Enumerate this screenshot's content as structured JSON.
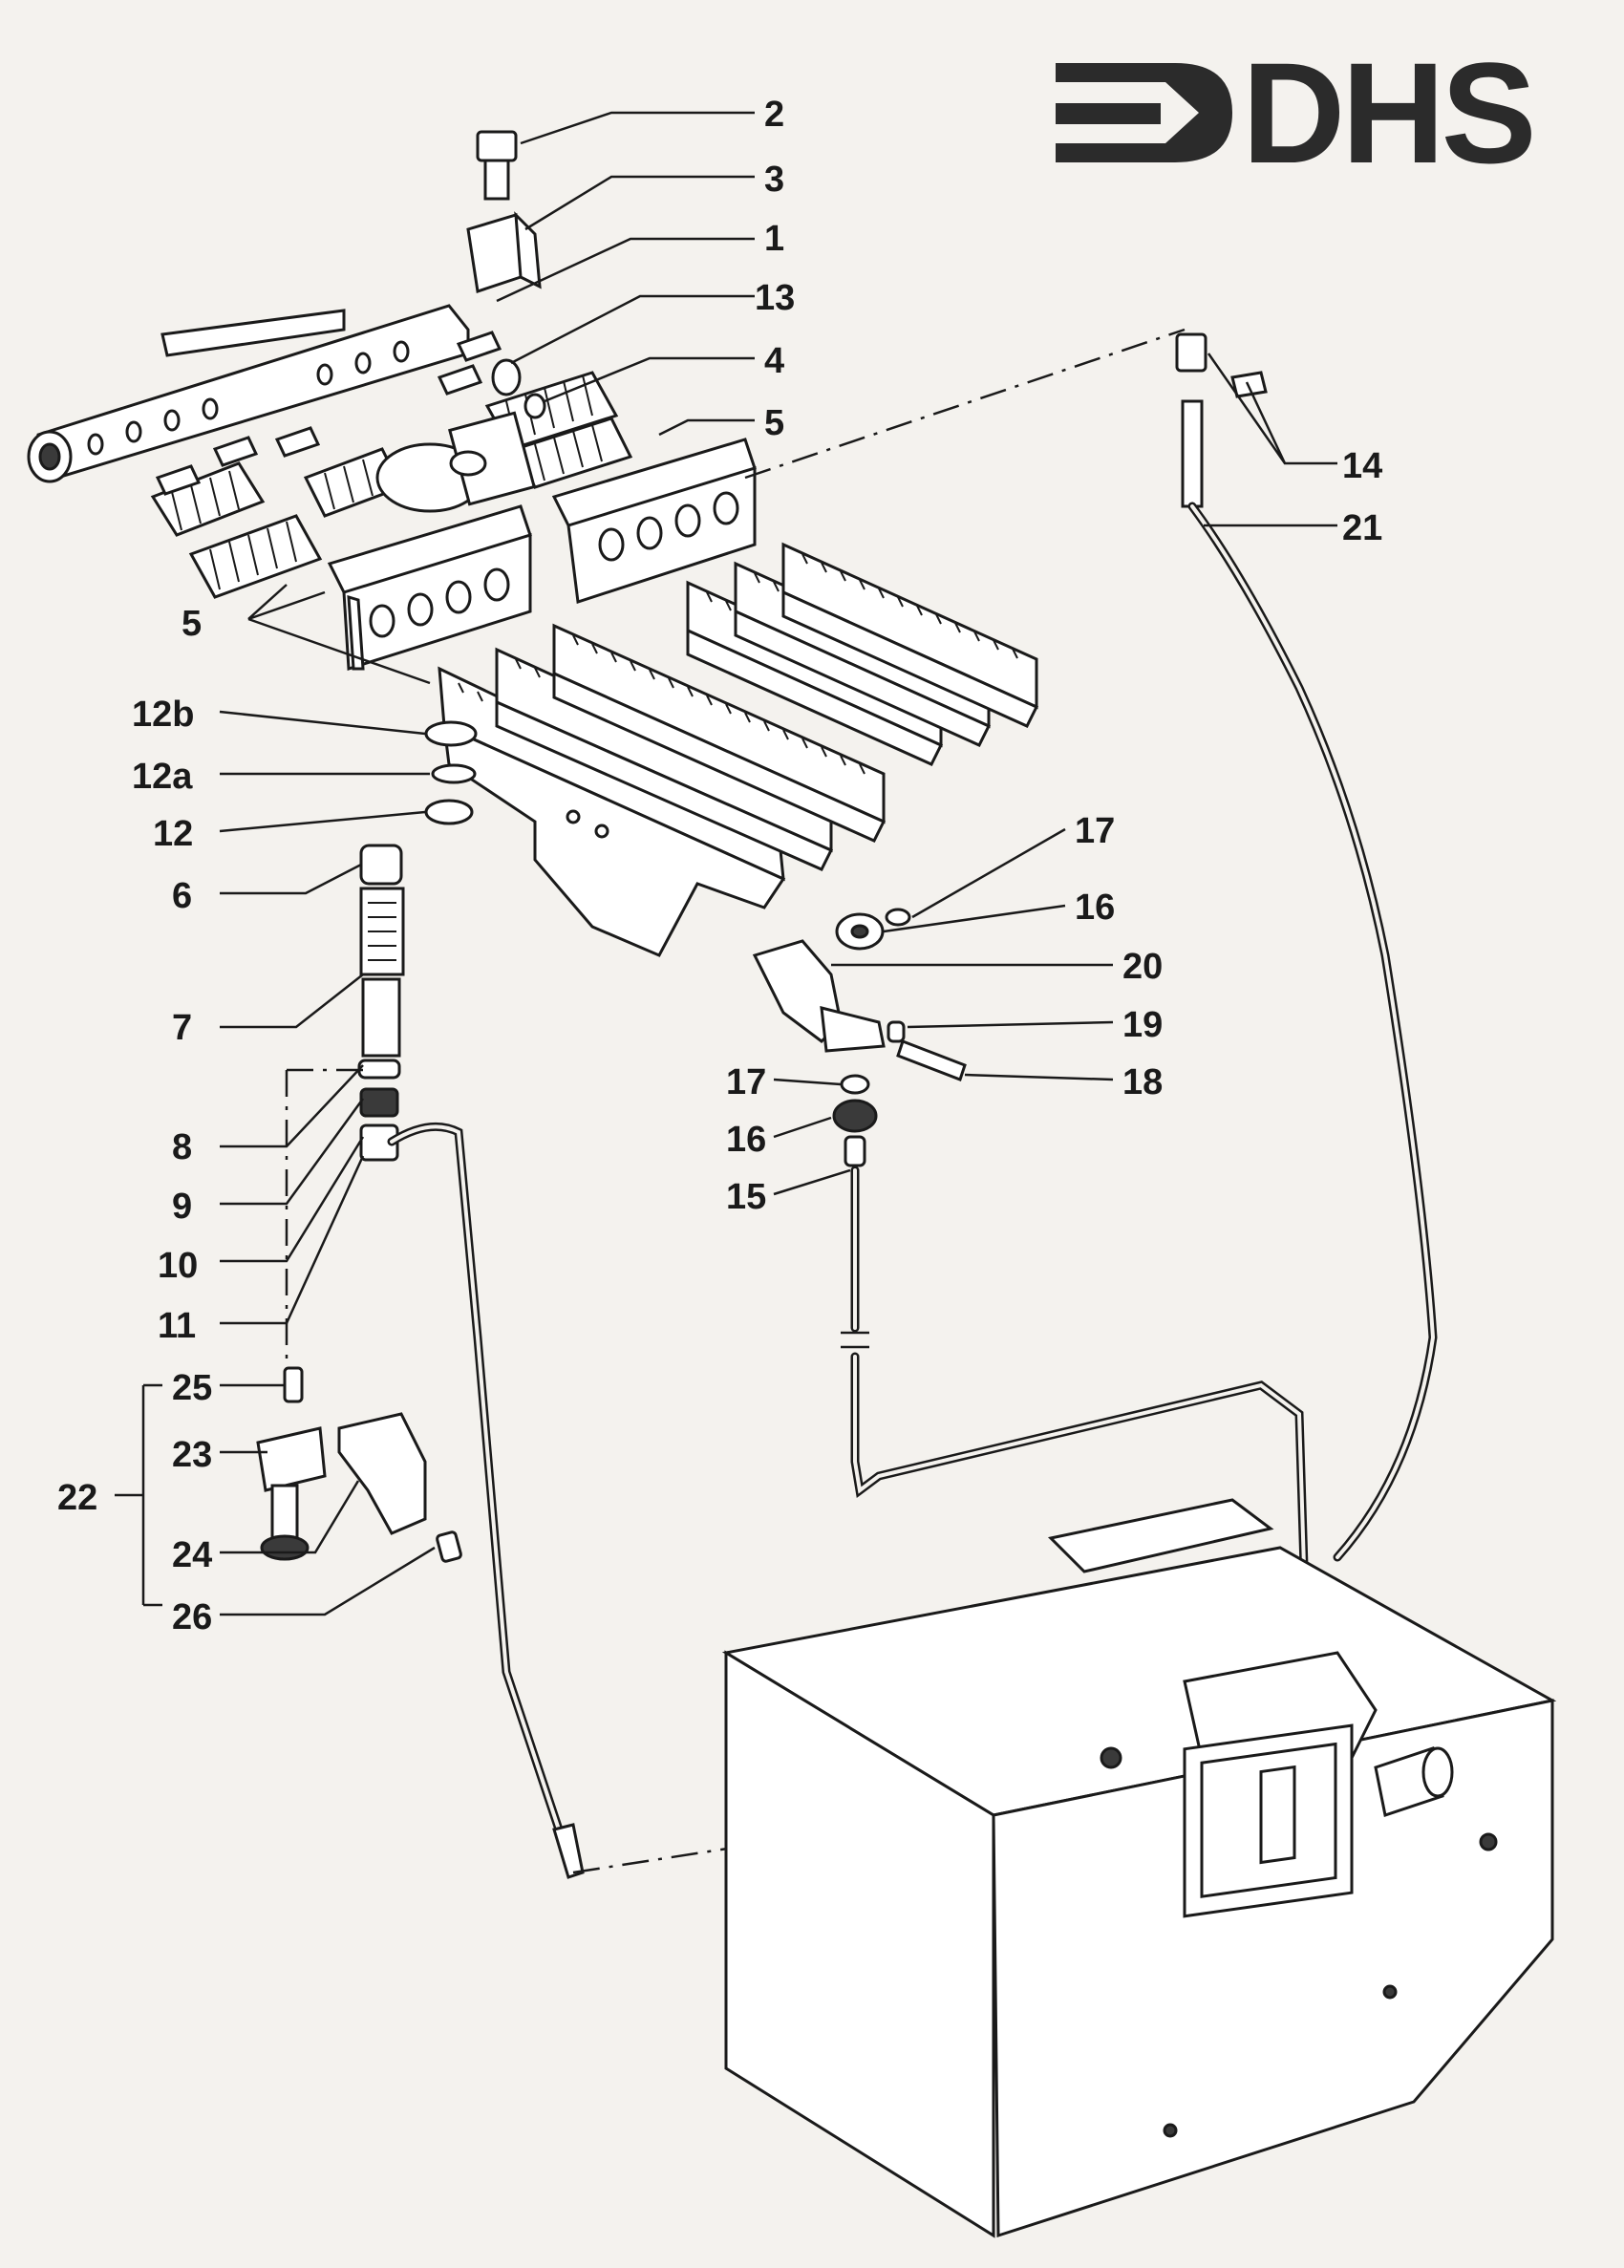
{
  "logo": {
    "text": "DHS"
  },
  "callouts": [
    {
      "id": "c2",
      "label": "2"
    },
    {
      "id": "c3",
      "label": "3"
    },
    {
      "id": "c1",
      "label": "1"
    },
    {
      "id": "c13",
      "label": "13"
    },
    {
      "id": "c4",
      "label": "4"
    },
    {
      "id": "c5a",
      "label": "5"
    },
    {
      "id": "c14",
      "label": "14"
    },
    {
      "id": "c21",
      "label": "21"
    },
    {
      "id": "c5b",
      "label": "5"
    },
    {
      "id": "c12b",
      "label": "12b"
    },
    {
      "id": "c12a",
      "label": "12a"
    },
    {
      "id": "c12",
      "label": "12"
    },
    {
      "id": "c6",
      "label": "6"
    },
    {
      "id": "c7",
      "label": "7"
    },
    {
      "id": "c8",
      "label": "8"
    },
    {
      "id": "c9",
      "label": "9"
    },
    {
      "id": "c10",
      "label": "10"
    },
    {
      "id": "c11",
      "label": "11"
    },
    {
      "id": "c25",
      "label": "25"
    },
    {
      "id": "c23",
      "label": "23"
    },
    {
      "id": "c22",
      "label": "22"
    },
    {
      "id": "c24",
      "label": "24"
    },
    {
      "id": "c26",
      "label": "26"
    },
    {
      "id": "c17a",
      "label": "17"
    },
    {
      "id": "c16a",
      "label": "16"
    },
    {
      "id": "c20",
      "label": "20"
    },
    {
      "id": "c19",
      "label": "19"
    },
    {
      "id": "c18",
      "label": "18"
    },
    {
      "id": "c17b",
      "label": "17"
    },
    {
      "id": "c16b",
      "label": "16"
    },
    {
      "id": "c15",
      "label": "15"
    }
  ]
}
